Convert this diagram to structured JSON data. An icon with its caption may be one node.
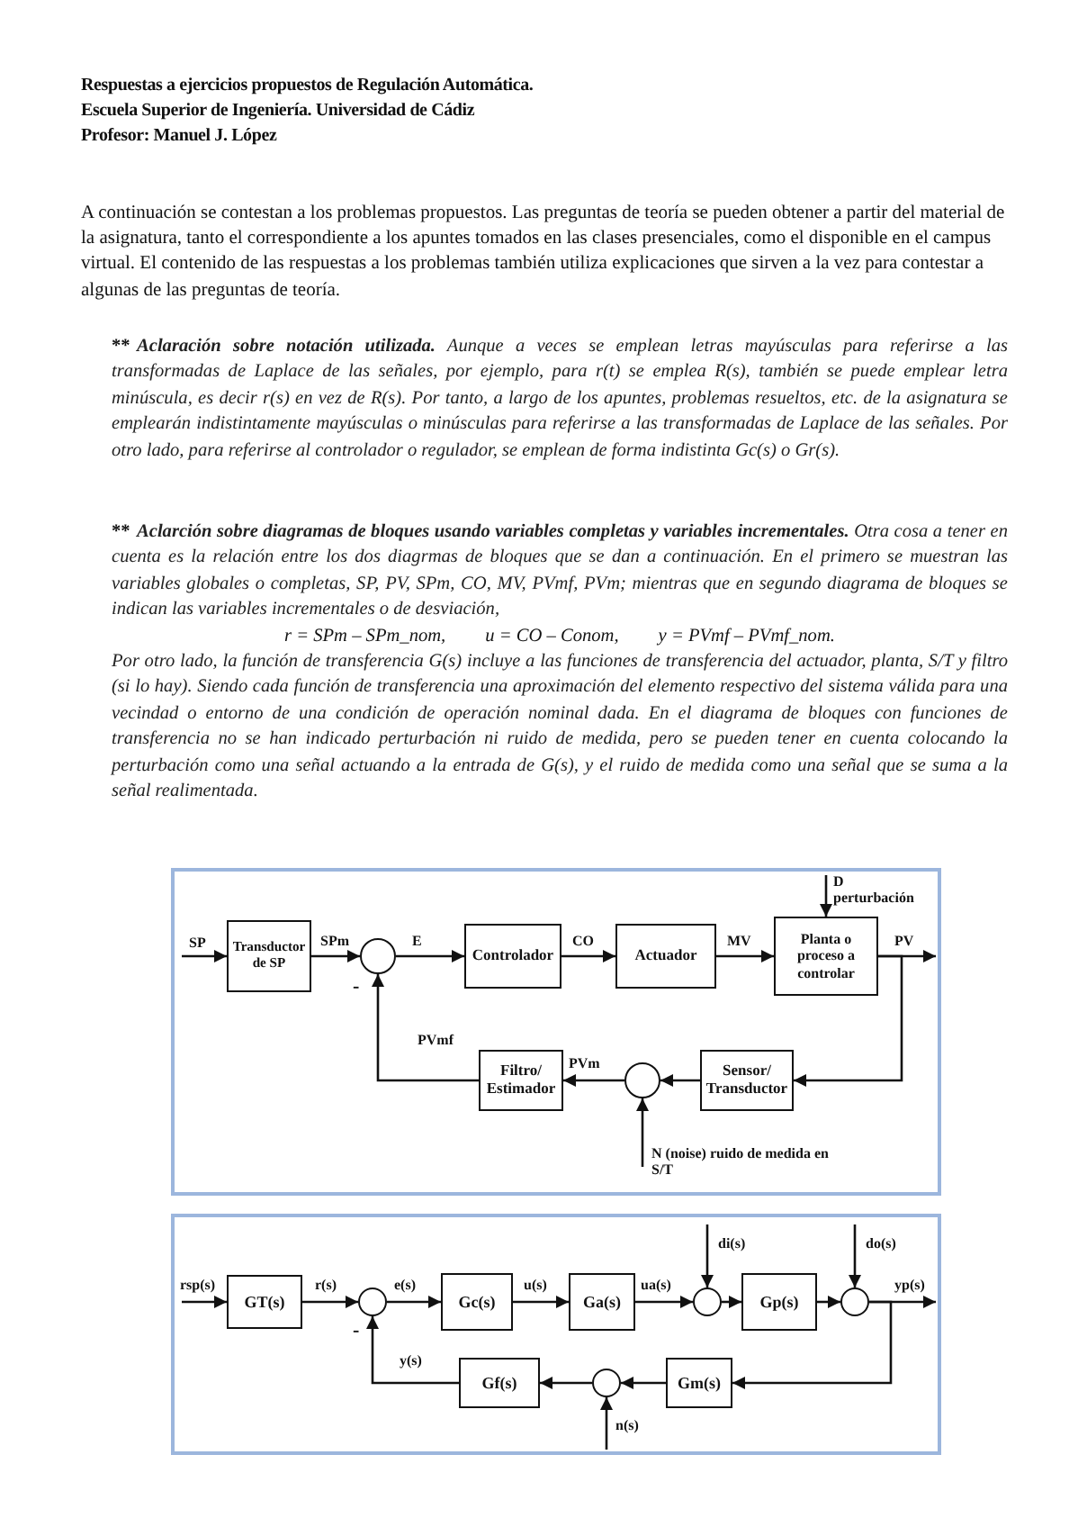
{
  "diagram": {
    "title": "Respuestas a ejercicios propuestos de Regulación  Automática.",
    "nodes": [
      {
        "text": [
          "Transductor de SP"
        ]
      },
      {
        "text": [],
        "shape": "circle"
      },
      {
        "text": [
          "Controlador"
        ]
      },
      {
        "text": [
          "Actuador"
        ]
      },
      {
        "text": [
          "Planta o proceso a controlar"
        ]
      },
      {
        "text": [
          "Filtro/ Estimador"
        ]
      },
      {
        "text": [],
        "shape": "circle"
      },
      {
        "text": [
          "Sensor/ Transductor"
        ]
      },
      {
        "text": [
          "GT(s)"
        ]
      },
      {
        "text": [],
        "shape": "circle"
      },
      {
        "text": [
          "Gc(s)"
        ]
      },
      {
        "text": [
          "Ga(s)"
        ]
      },
      {
        "text": [],
        "shape": "circle"
      },
      {
        "text": [
          "Gp(s)"
        ]
      },
      {
        "text": [],
        "shape": "circle"
      },
      {
        "text": [
          "Gf(s)"
        ]
      },
      {
        "text": [],
        "shape": "circle"
      },
      {
        "text": [
          "Gm(s)"
        ]
      }
    ],
    "edges": [
      {
        "from": null,
        "to": 0,
        "arrow": "to",
        "label": "SP"
      },
      {
        "from": 0,
        "to": 1,
        "arrow": "to",
        "label": "SPm"
      },
      {
        "from": 1,
        "to": 2,
        "arrow": "to",
        "label": "E"
      },
      {
        "from": 2,
        "to": 3,
        "arrow": "to",
        "label": "CO"
      },
      {
        "from": 3,
        "to": 4,
        "arrow": "to",
        "label": "MV"
      },
      {
        "from": null,
        "to": 4,
        "arrow": "to",
        "label": "D perturbación"
      },
      {
        "from": 4,
        "to": null,
        "arrow": "to",
        "label": "PV"
      },
      {
        "from": 4,
        "to": 7,
        "arrow": "to"
      },
      {
        "from": 7,
        "to": 6,
        "arrow": "to"
      },
      {
        "from": null,
        "to": 6,
        "arrow": "to",
        "label": "N (noise) ruido de medida en S/T"
      },
      {
        "from": 6,
        "to": 5,
        "arrow": "to",
        "label": "PVm"
      },
      {
        "from": 5,
        "to": 1,
        "arrow": "to",
        "label": "PVmf"
      },
      {
        "from": null,
        "to": 8,
        "arrow": "to",
        "label": "rsp(s)"
      },
      {
        "from": 8,
        "to": 9,
        "arrow": "to",
        "label": "r(s)"
      },
      {
        "from": 9,
        "to": 10,
        "arrow": "to",
        "label": "e(s)"
      },
      {
        "from": 10,
        "to": 11,
        "arrow": "to",
        "label": "u(s)"
      },
      {
        "from": 11,
        "to": 12,
        "arrow": "to",
        "label": "ua(s)"
      },
      {
        "from": null,
        "to": 12,
        "arrow": "to",
        "label": "di(s)"
      },
      {
        "from": 12,
        "to": 13,
        "arrow": "to"
      },
      {
        "from": 13,
        "to": 14,
        "arrow": "to"
      },
      {
        "from": null,
        "to": 14,
        "arrow": "to",
        "label": "do(s)"
      },
      {
        "from": 14,
        "to": null,
        "arrow": "to",
        "label": "yp(s)"
      },
      {
        "from": 14,
        "to": 17,
        "arrow": "to"
      },
      {
        "from": 17,
        "to": 16,
        "arrow": "to"
      },
      {
        "from": null,
        "to": 16,
        "arrow": "to",
        "label": "n(s)"
      },
      {
        "from": 16,
        "to": 15,
        "arrow": "to"
      },
      {
        "from": 15,
        "to": 9,
        "arrow": "to",
        "label": "y(s)"
      }
    ],
    "labels": [
      "Escuela Superior de Ingeniería. Universidad de Cádiz",
      "Profesor: Manuel J. López",
      "A continuación se contestan a los problemas propuestos. Las preguntas de teoría se pueden obtener a partir del material de la asignatura, tanto el correspondiente a los apuntes tomados en las clases presenciales, como el disponible en el campus virtual. El contenido de las respuestas a los problemas también utiliza explicaciones que sirven a la vez para contestar a algunas de las preguntas de teoría.",
      "**",
      "**Aclaración sobre notación utilizada.** Aunque a veces se emplean letras mayúsculas para referirse a las transformadas de Laplace de las señales, por ejemplo, para r(t) se emplea  R(s), también se puede emplear letra minúscula, es decir r(s) en vez de R(s). Por tanto, a largo de los  apuntes, problemas resueltos, etc. de la asignatura se emplearán indistintamente mayúsculas o minúsculas para referirse a las transformadas de Laplace de las señales. Por otro lado, para referirse al controlador o regulador, se emplean de forma indistinta Gc(s) o Gr(s).",
      "**",
      "**Aclarción sobre diagramas de bloques usando variables completas y variables incrementales.** Otra cosa a tener en cuenta es la relación entre los dos diagrmas de bloques que se dan a continuación. En el primero se muestran las variables globales o completas, SP, PV, SPm, CO, MV, PVmf, PVm; mientras que en segundo diagrama de bloques se indican las variables incrementales o de desviación,",
      "r = SPm – SPm_nom,",
      "u = CO – Conom,",
      "y = PVmf – PVmf_nom.",
      "Por otro lado, la función de transferencia G(s) incluye a las funciones de transferencia del actuador, planta, S/T y filtro (si lo hay). Siendo cada función de transferencia una aproximación del elemento respectivo del sistema válida para una vecindad o entorno de una condición de operación nominal dada. En el diagrama de bloques con funciones de transferencia no se han indicado perturbación ni ruido de medida, pero se pueden tener en cuenta colocando la perturbación como una señal actuando a la entrada de G(s), y el ruido de medida como una señal que se suma a la señal realimentada.",
      "-",
      "-"
    ]
  }
}
